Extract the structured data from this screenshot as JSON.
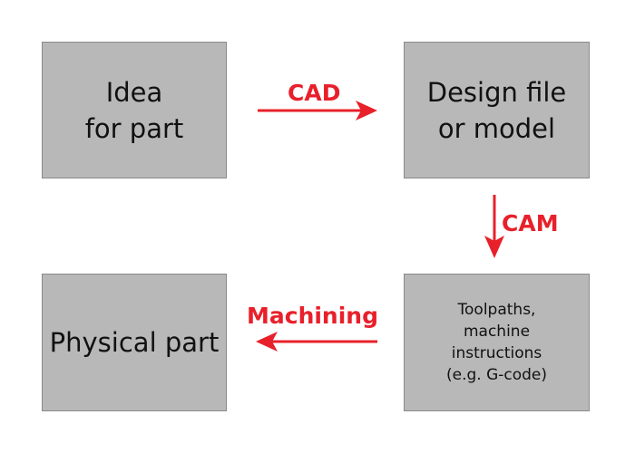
{
  "boxes": {
    "idea": "Idea\nfor part",
    "design": "Design file\nor model",
    "physical": "Physical part",
    "toolpaths": "Toolpaths,\nmachine\ninstructions\n(e.g. G-code)"
  },
  "arrows": {
    "cad": "CAD",
    "cam": "CAM",
    "machining": "Machining"
  },
  "colors": {
    "box_fill": "#b8b8b8",
    "arrow": "#e8202a",
    "text": "#111111"
  }
}
